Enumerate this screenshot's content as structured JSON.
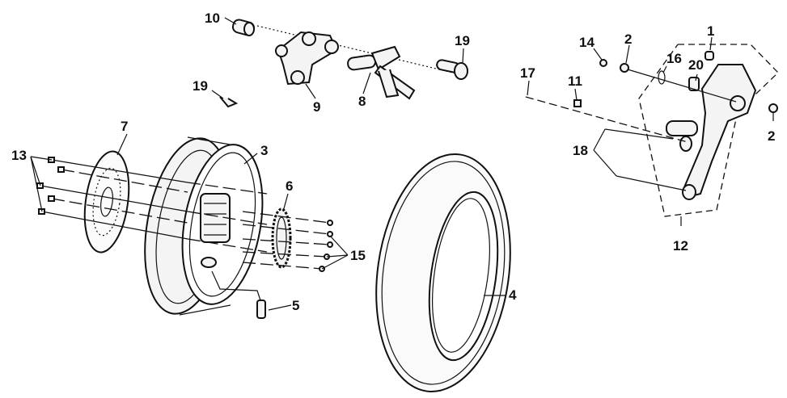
{
  "callouts": {
    "c1": "1",
    "c2a": "2",
    "c2b": "2",
    "c3": "3",
    "c4": "4",
    "c5": "5",
    "c6": "6",
    "c7": "7",
    "c8": "8",
    "c9": "9",
    "c10": "10",
    "c11": "11",
    "c12": "12",
    "c13": "13",
    "c14": "14",
    "c15": "15",
    "c16": "16",
    "c17": "17",
    "c18": "18",
    "c19a": "19",
    "c19b": "19",
    "c20": "20"
  }
}
